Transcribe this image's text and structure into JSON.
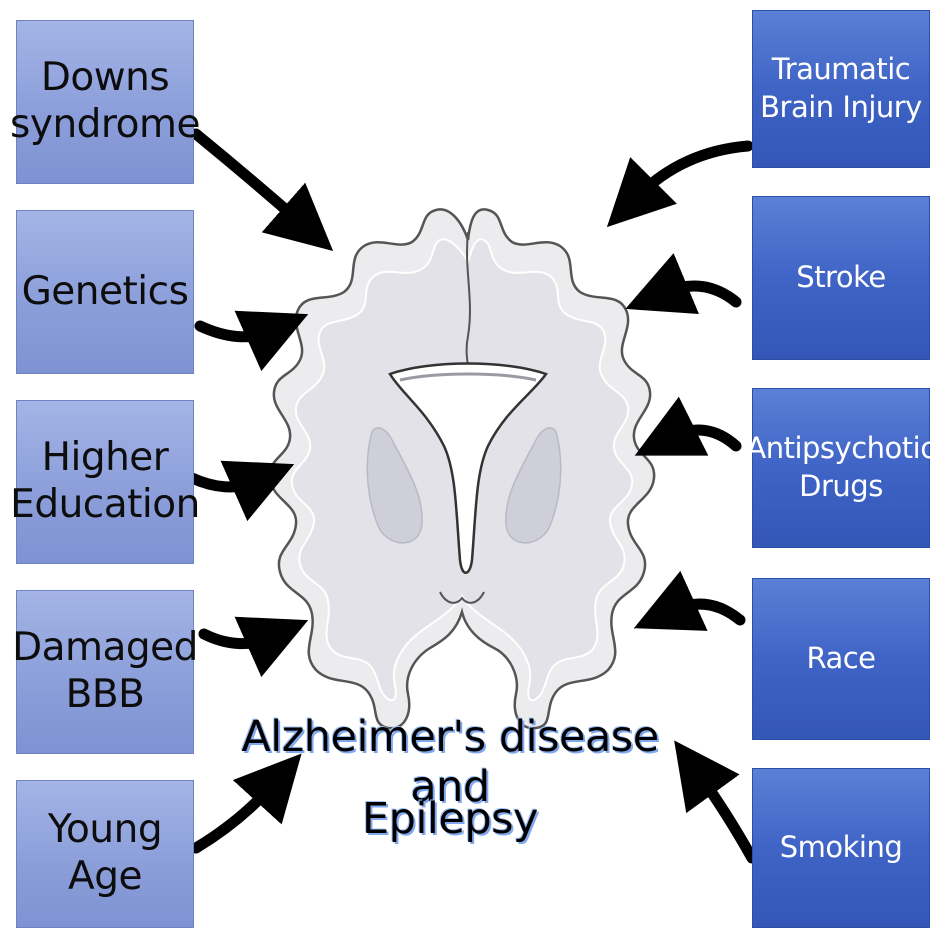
{
  "title": {
    "line1": "Alzheimer's disease and",
    "line2": "Epilepsy"
  },
  "left_factors": [
    "Downs\nsyndrome",
    "Genetics",
    "Higher\nEducation",
    "Damaged\nBBB",
    "Young\nAge"
  ],
  "right_factors": [
    "Traumatic\nBrain Injury",
    "Stroke",
    "Antipsychotic\nDrugs",
    "Race",
    "Smoking"
  ],
  "colors": {
    "left_box": "#8c9fda",
    "right_box": "#3f64c6",
    "arrow": "#000000",
    "brain_fill": "#ececef",
    "brain_inner": "#e2e2e8",
    "brain_outline": "#555555"
  },
  "icons": {
    "arrow": "curved-arrow-icon",
    "center": "brain-coronal-section-icon"
  }
}
